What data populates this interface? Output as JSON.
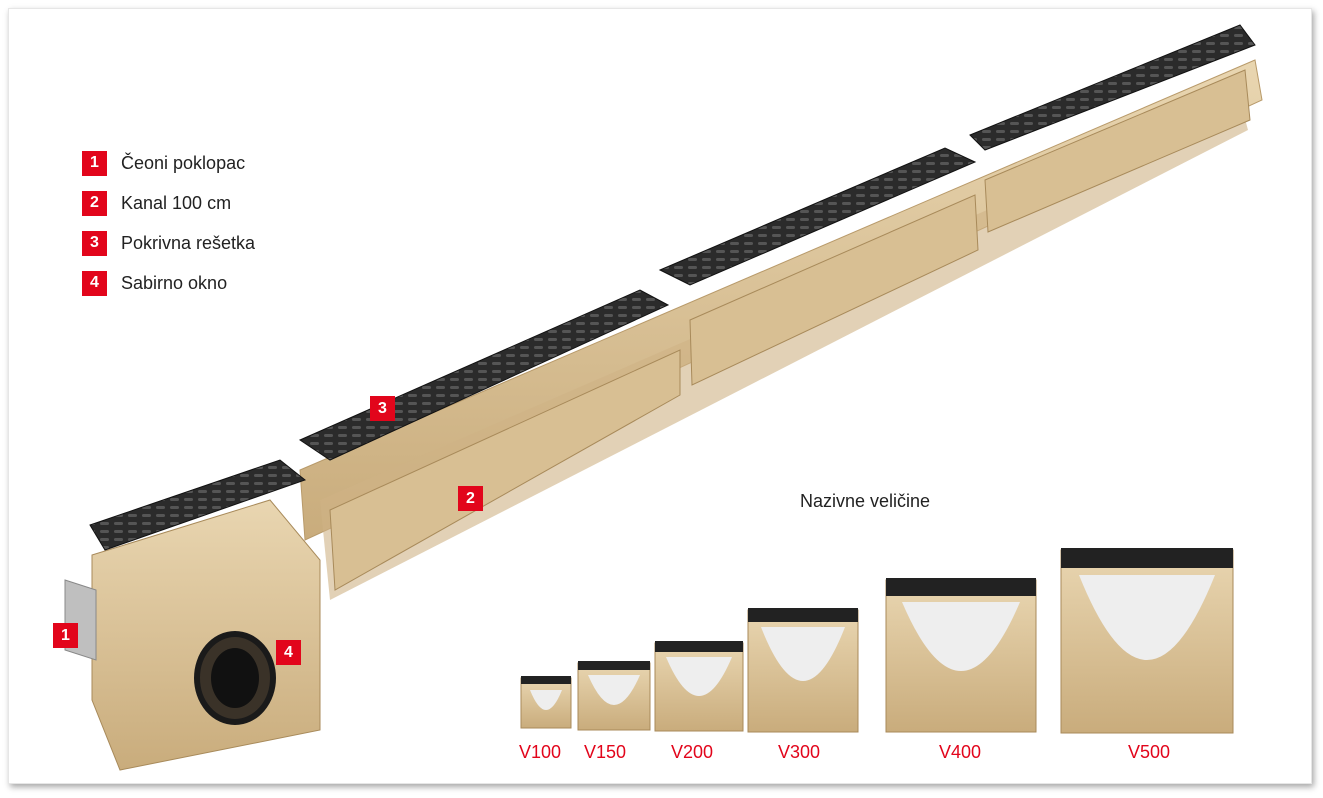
{
  "legend": [
    {
      "num": "1",
      "label": "Čeoni poklopac"
    },
    {
      "num": "2",
      "label": "Kanal 100 cm"
    },
    {
      "num": "3",
      "label": "Pokrivna rešetka"
    },
    {
      "num": "4",
      "label": "Sabirno okno"
    }
  ],
  "callouts": {
    "c1": "1",
    "c2": "2",
    "c3": "3",
    "c4": "4"
  },
  "sizes_title": "Nazivne veličine",
  "sizes": [
    "V100",
    "V150",
    "V200",
    "V300",
    "V400",
    "V500"
  ],
  "colors": {
    "accent": "#e2051b",
    "concrete": "#d9c19a",
    "grate": "#2a2a2a"
  }
}
